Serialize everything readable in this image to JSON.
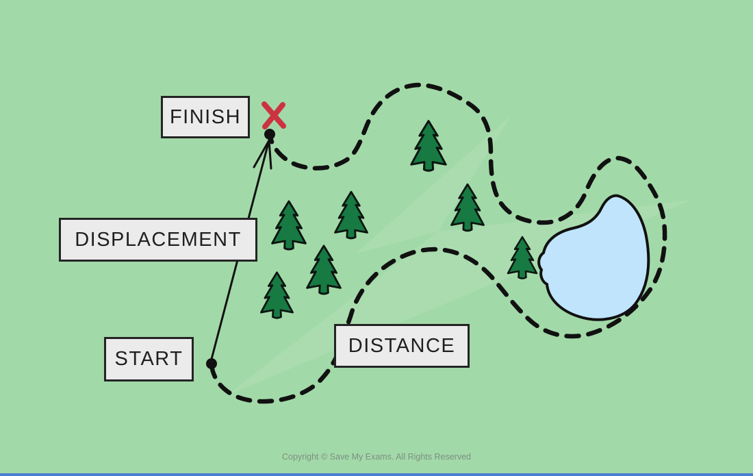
{
  "diagram": {
    "description": "Route map comparing distance (dashed winding path) and displacement (straight arrow) between start and finish points",
    "labels": {
      "finish": "FINISH",
      "displacement": "DISPLACEMENT",
      "start": "START",
      "distance": "DISTANCE"
    },
    "markers": {
      "start_point": "black-dot",
      "finish_point": "black-dot",
      "finish_cross": "red-x"
    },
    "scene": {
      "tree_count": 7,
      "lake": "light-blue-pond",
      "distance_path_style": "dashed",
      "displacement_style": "straight-arrow"
    },
    "colors": {
      "background": "#a2d9a8",
      "tree_fill": "#177a43",
      "lake_fill": "#bfe4fb",
      "outline": "#111111",
      "label_bg": "#ebebeb",
      "label_border": "#242424",
      "red_x": "#cc3340",
      "copyright_text": "#7d8f82",
      "bottom_bar": "#4a7dd3"
    }
  },
  "footer": {
    "copyright": "Copyright © Save My Exams. All Rights Reserved"
  }
}
